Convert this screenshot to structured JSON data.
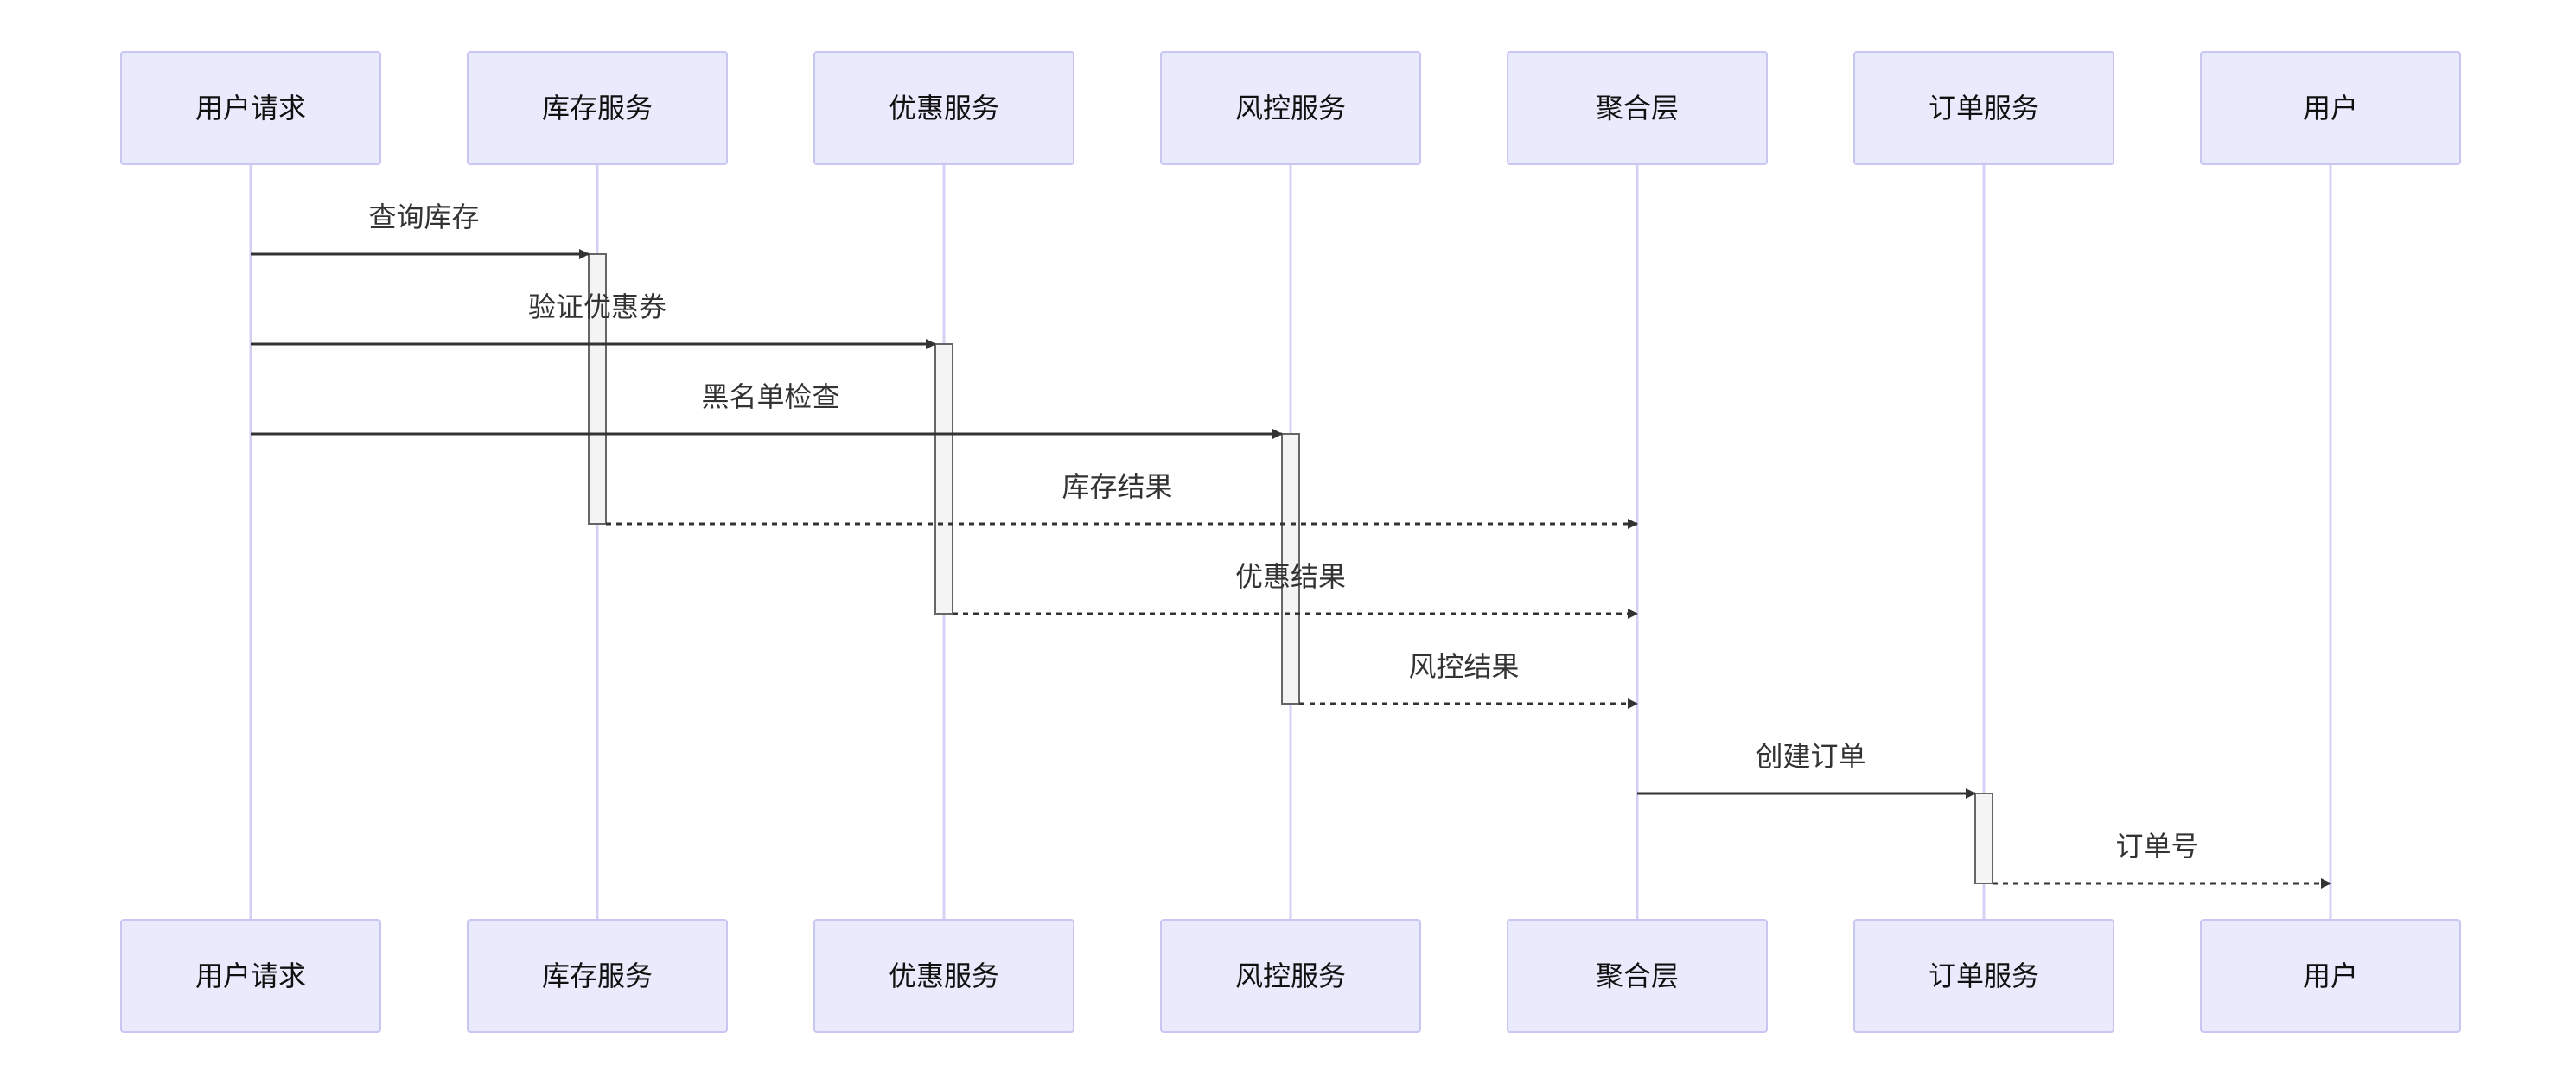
{
  "participants": [
    {
      "id": "user_request",
      "label": "用户请求"
    },
    {
      "id": "inventory",
      "label": "库存服务"
    },
    {
      "id": "coupon",
      "label": "优惠服务"
    },
    {
      "id": "risk",
      "label": "风控服务"
    },
    {
      "id": "aggregator",
      "label": "聚合层"
    },
    {
      "id": "order",
      "label": "订单服务"
    },
    {
      "id": "user",
      "label": "用户"
    }
  ],
  "messages": [
    {
      "from": "user_request",
      "to": "inventory",
      "label": "查询库存",
      "style": "solid"
    },
    {
      "from": "user_request",
      "to": "coupon",
      "label": "验证优惠券",
      "style": "solid"
    },
    {
      "from": "user_request",
      "to": "risk",
      "label": "黑名单检查",
      "style": "solid"
    },
    {
      "from": "inventory",
      "to": "aggregator",
      "label": "库存结果",
      "style": "dashed"
    },
    {
      "from": "coupon",
      "to": "aggregator",
      "label": "优惠结果",
      "style": "dashed"
    },
    {
      "from": "risk",
      "to": "aggregator",
      "label": "风控结果",
      "style": "dashed"
    },
    {
      "from": "aggregator",
      "to": "order",
      "label": "创建订单",
      "style": "solid"
    },
    {
      "from": "order",
      "to": "user",
      "label": "订单号",
      "style": "dashed"
    }
  ],
  "activations": [
    {
      "participant": "inventory",
      "from_step": 0,
      "to_step": 3
    },
    {
      "participant": "coupon",
      "from_step": 1,
      "to_step": 4
    },
    {
      "participant": "risk",
      "from_step": 2,
      "to_step": 5
    },
    {
      "participant": "order",
      "from_step": 6,
      "to_step": 7
    }
  ],
  "colors": {
    "actor_fill": "#eaeafd",
    "actor_border": "#c9c6f2",
    "lifeline": "#d4d0f5",
    "message": "#333333",
    "activation_fill": "#f4f4f4",
    "activation_border": "#666666"
  }
}
